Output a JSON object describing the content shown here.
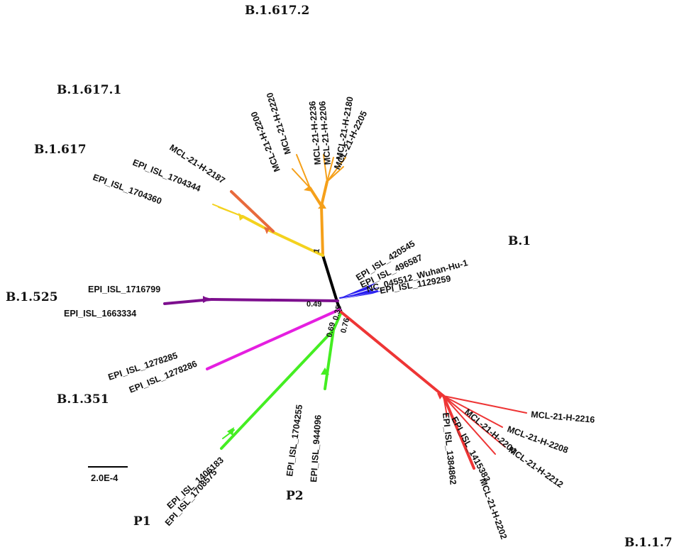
{
  "clade_labels": {
    "b16172": "B.1.617.2",
    "b16171": "B.1.617.1",
    "b1617": "B.1.617",
    "b1": "B.1",
    "b1525": "B.1.525",
    "b1351": "B.1.351",
    "p1": "P1",
    "p2": "P2",
    "b117": "B.1.1.7"
  },
  "leaf_labels": {
    "mcl2220": "MCL-21-H-2220",
    "mcl2200": "MCL-21-H-2200",
    "mcl2236": "MCL-21-H-2236",
    "mcl2206": "MCL-21-H-2206",
    "mcl2180": "MCL-21-H-2180",
    "mcl2205": "MCL-21-H-2205",
    "mcl2187": "MCL-21-H-2187",
    "epi1704344": "EPI_ISL_1704344",
    "epi1704360": "EPI_ISL_1704360",
    "epi420545": "EPI_ISL_420545",
    "epi496587": "EPI_ISL_496587",
    "nc045512": "NC_045512_Wuhan-Hu-1",
    "epi1129259": "EPI_ISL_1129259",
    "epi1716799": "EPI_ISL_1716799",
    "epi1663334": "EPI_ISL_1663334",
    "epi1278285": "EPI_ISL_1278285",
    "epi1278286": "EPI_ISL_1278286",
    "epi1704255": "EPI_ISL_1704255",
    "epi944096": "EPI_ISL_944096",
    "epi1406183": "EPI_ISL_1406183",
    "epi1708575": "EPI_ISL_1708575",
    "mcl2216": "MCL-21-H-2216",
    "mcl2208": "MCL-21-H-2208",
    "mcl2212": "MCL-21-H-2212",
    "mcl2204": "MCL-21-H-2204",
    "epi1415383": "EPI_ISL_1415383",
    "epi1384862": "EPI_ISL_1384862",
    "mcl2202": "MCL-21-H-2202"
  },
  "support_values": {
    "orange_node": "1",
    "purple_node": "0.49",
    "green_node_a": "0.69",
    "green_node_b": "0.35",
    "red_node": "0.76"
  },
  "scale_bar": {
    "label": "2.0E-4"
  },
  "colors": {
    "root": "#000000",
    "b16172": "#f5a01a",
    "b16171": "#e86a3c",
    "b1617": "#f4d21e",
    "b1": "#2a1ff0",
    "b1525": "#7d0f8e",
    "b1351": "#e51fe0",
    "gamma": "#44ee22",
    "b117": "#ee3535"
  }
}
